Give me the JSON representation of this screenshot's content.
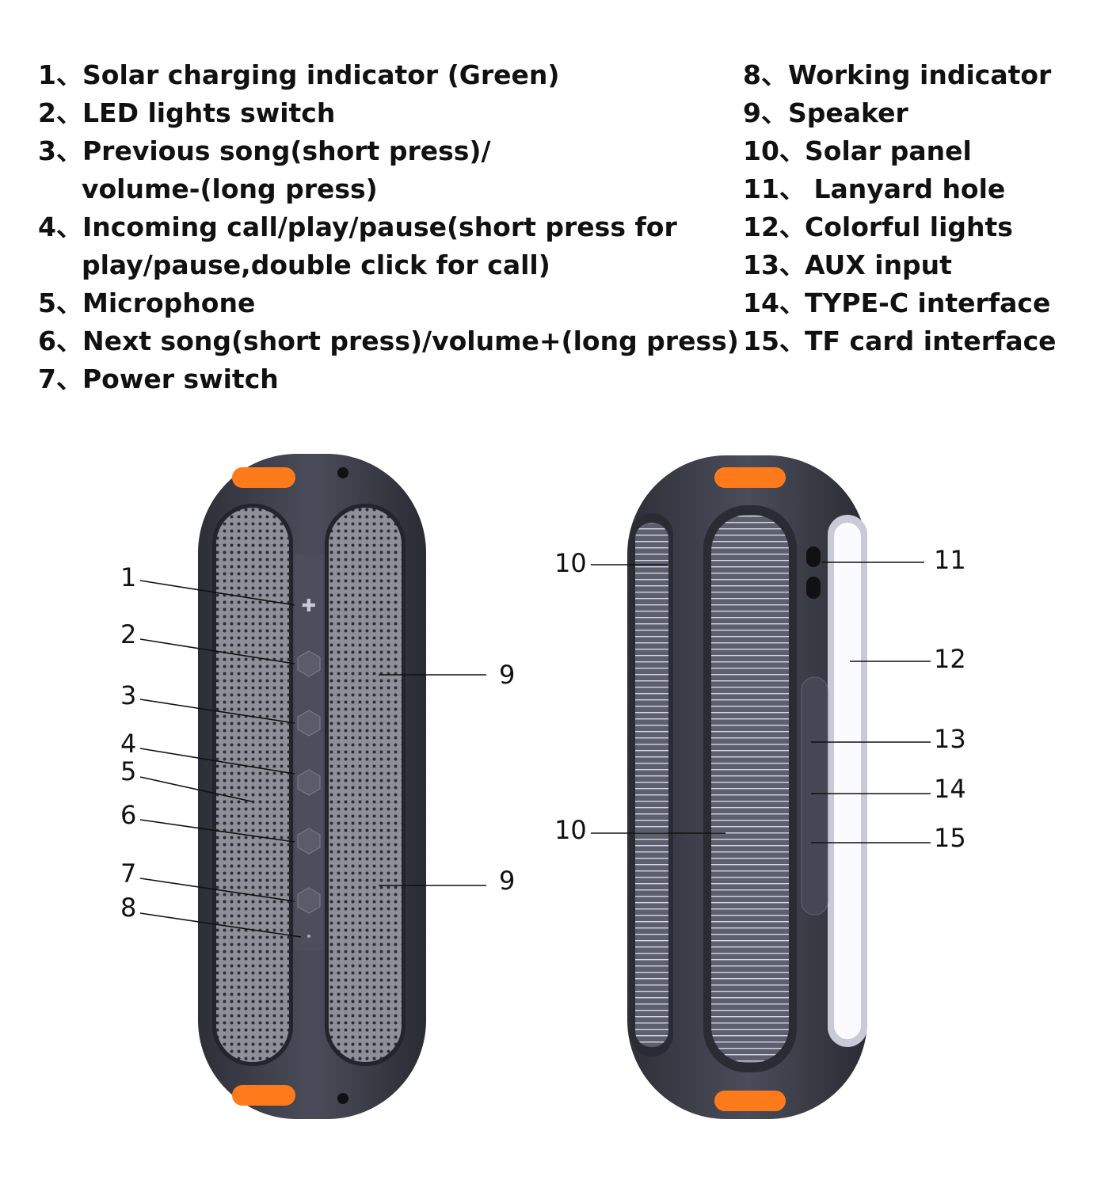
{
  "features_left": [
    {
      "num": "1、",
      "text": "Solar charging indicator (Green)"
    },
    {
      "num": "2、",
      "text": "LED lights switch"
    },
    {
      "num": "3、",
      "text": "Previous song(short press)/"
    },
    {
      "num": "",
      "text": "volume-(long press)"
    },
    {
      "num": "4、",
      "text": "Incoming call/play/pause(short press for"
    },
    {
      "num": "",
      "text": "play/pause,double click for call)"
    },
    {
      "num": "5、",
      "text": "Microphone"
    },
    {
      "num": "6、",
      "text": "Next song(short press)/volume+(long press)"
    },
    {
      "num": "7、",
      "text": "Power switch"
    }
  ],
  "features_right": [
    {
      "num": "8、",
      "text": "Working indicator"
    },
    {
      "num": "9、",
      "text": "Speaker"
    },
    {
      "num": "10、",
      "text": "Solar panel"
    },
    {
      "num": "11、",
      "text": " Lanyard hole"
    },
    {
      "num": "12、",
      "text": "Colorful lights"
    },
    {
      "num": "13、",
      "text": "AUX input"
    },
    {
      "num": "14、",
      "text": "TYPE-C interface"
    },
    {
      "num": "15、",
      "text": "TF card interface"
    }
  ],
  "callouts_front": [
    "1",
    "2",
    "3",
    "4",
    "5",
    "6",
    "7",
    "8",
    "9",
    "9"
  ],
  "callouts_back": [
    "10",
    "10",
    "11",
    "12",
    "13",
    "14",
    "15"
  ],
  "colors": {
    "body": "#3a3d47",
    "grille": "#8e9099",
    "accent": "#ff7a1a",
    "solar": "#5b5f6e"
  }
}
